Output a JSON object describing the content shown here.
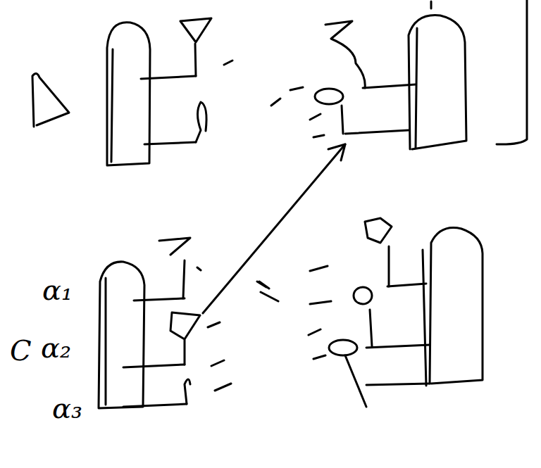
{
  "diagram": {
    "labels": [
      "α₁",
      "C",
      "α₂",
      "α₃"
    ]
  }
}
